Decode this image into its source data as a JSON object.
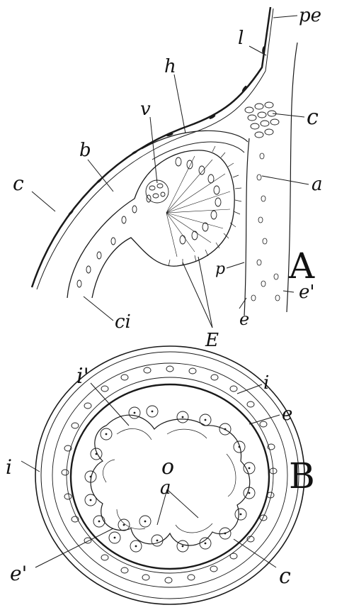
{
  "figure_a": {
    "panel_label": "A",
    "labels": {
      "pe": "pe",
      "l": "l",
      "h": "h",
      "c_top": "c",
      "v": "v",
      "b": "b",
      "c_left": "c",
      "a": "a",
      "p": "p",
      "e": "e",
      "e_prime": "e'",
      "ci": "ci",
      "E": "E"
    }
  },
  "figure_b": {
    "panel_label": "B",
    "labels": {
      "i_prime": "i'",
      "i_top": "i",
      "e": "e",
      "i_left": "i",
      "o": "o",
      "a": "a",
      "e_prime": "e'",
      "c": "c"
    }
  },
  "colors": {
    "ink": "#1a1a1a",
    "background": "#ffffff"
  }
}
